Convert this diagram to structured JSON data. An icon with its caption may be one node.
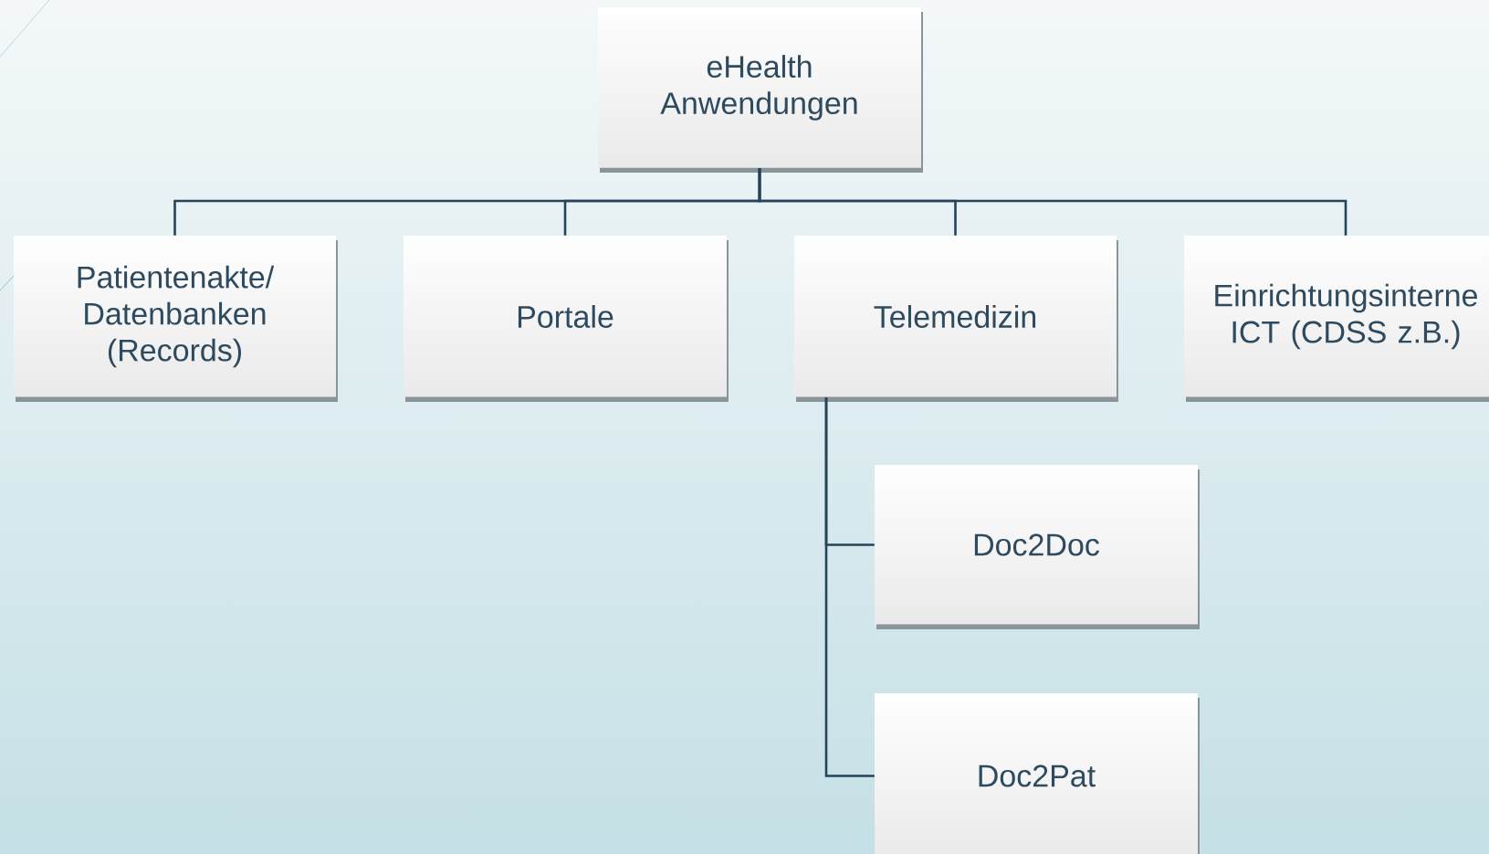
{
  "diagram": {
    "nodes": [
      {
        "text": [
          "eHealth Anwendungen"
        ]
      },
      {
        "text": [
          "Patientenakte/ Datenbanken (Records)"
        ]
      },
      {
        "text": [
          "Portale"
        ]
      },
      {
        "text": [
          "Telemedizin"
        ]
      },
      {
        "text": [
          "Einrichtungsinterne ICT (CDSS z.B.)"
        ]
      },
      {
        "text": [
          "Doc2Doc"
        ]
      },
      {
        "text": [
          "Doc2Pat"
        ]
      }
    ],
    "edges": [
      {
        "from": 0,
        "to": 1,
        "arrow": "none"
      },
      {
        "from": 0,
        "to": 2,
        "arrow": "none"
      },
      {
        "from": 0,
        "to": 3,
        "arrow": "none"
      },
      {
        "from": 0,
        "to": 4,
        "arrow": "none"
      },
      {
        "from": 3,
        "to": 5,
        "arrow": "none"
      },
      {
        "from": 3,
        "to": 6,
        "arrow": "none"
      }
    ]
  }
}
